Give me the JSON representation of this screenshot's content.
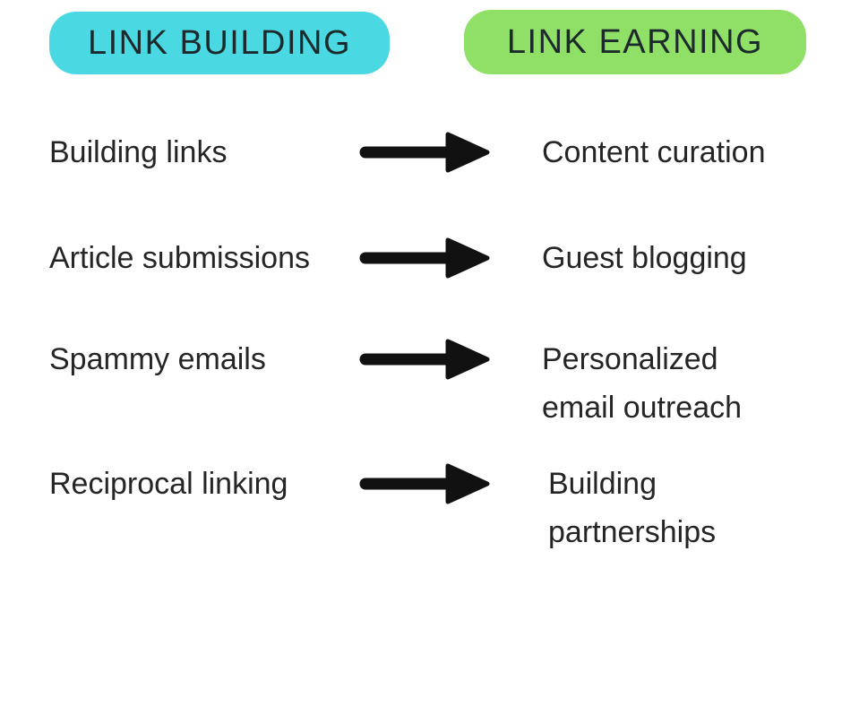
{
  "headers": {
    "left": {
      "label": "LINK BUILDING",
      "bg_color": "#4AD9E3"
    },
    "right": {
      "label": "LINK EARNING",
      "bg_color": "#90E068"
    }
  },
  "colors": {
    "background": "#FFFFFF",
    "text": "#252525",
    "header_text": "#1D2A2C",
    "arrow": "#111111"
  },
  "rows": [
    {
      "left": "Building links",
      "right_lines": [
        "Content curation"
      ]
    },
    {
      "left": "Article submissions",
      "right_lines": [
        "Guest blogging"
      ]
    },
    {
      "left": "Spammy emails",
      "right_lines": [
        "Personalized",
        "email outreach"
      ]
    },
    {
      "left": "Reciprocal linking",
      "right_lines": [
        "Building",
        "partnerships"
      ]
    }
  ]
}
